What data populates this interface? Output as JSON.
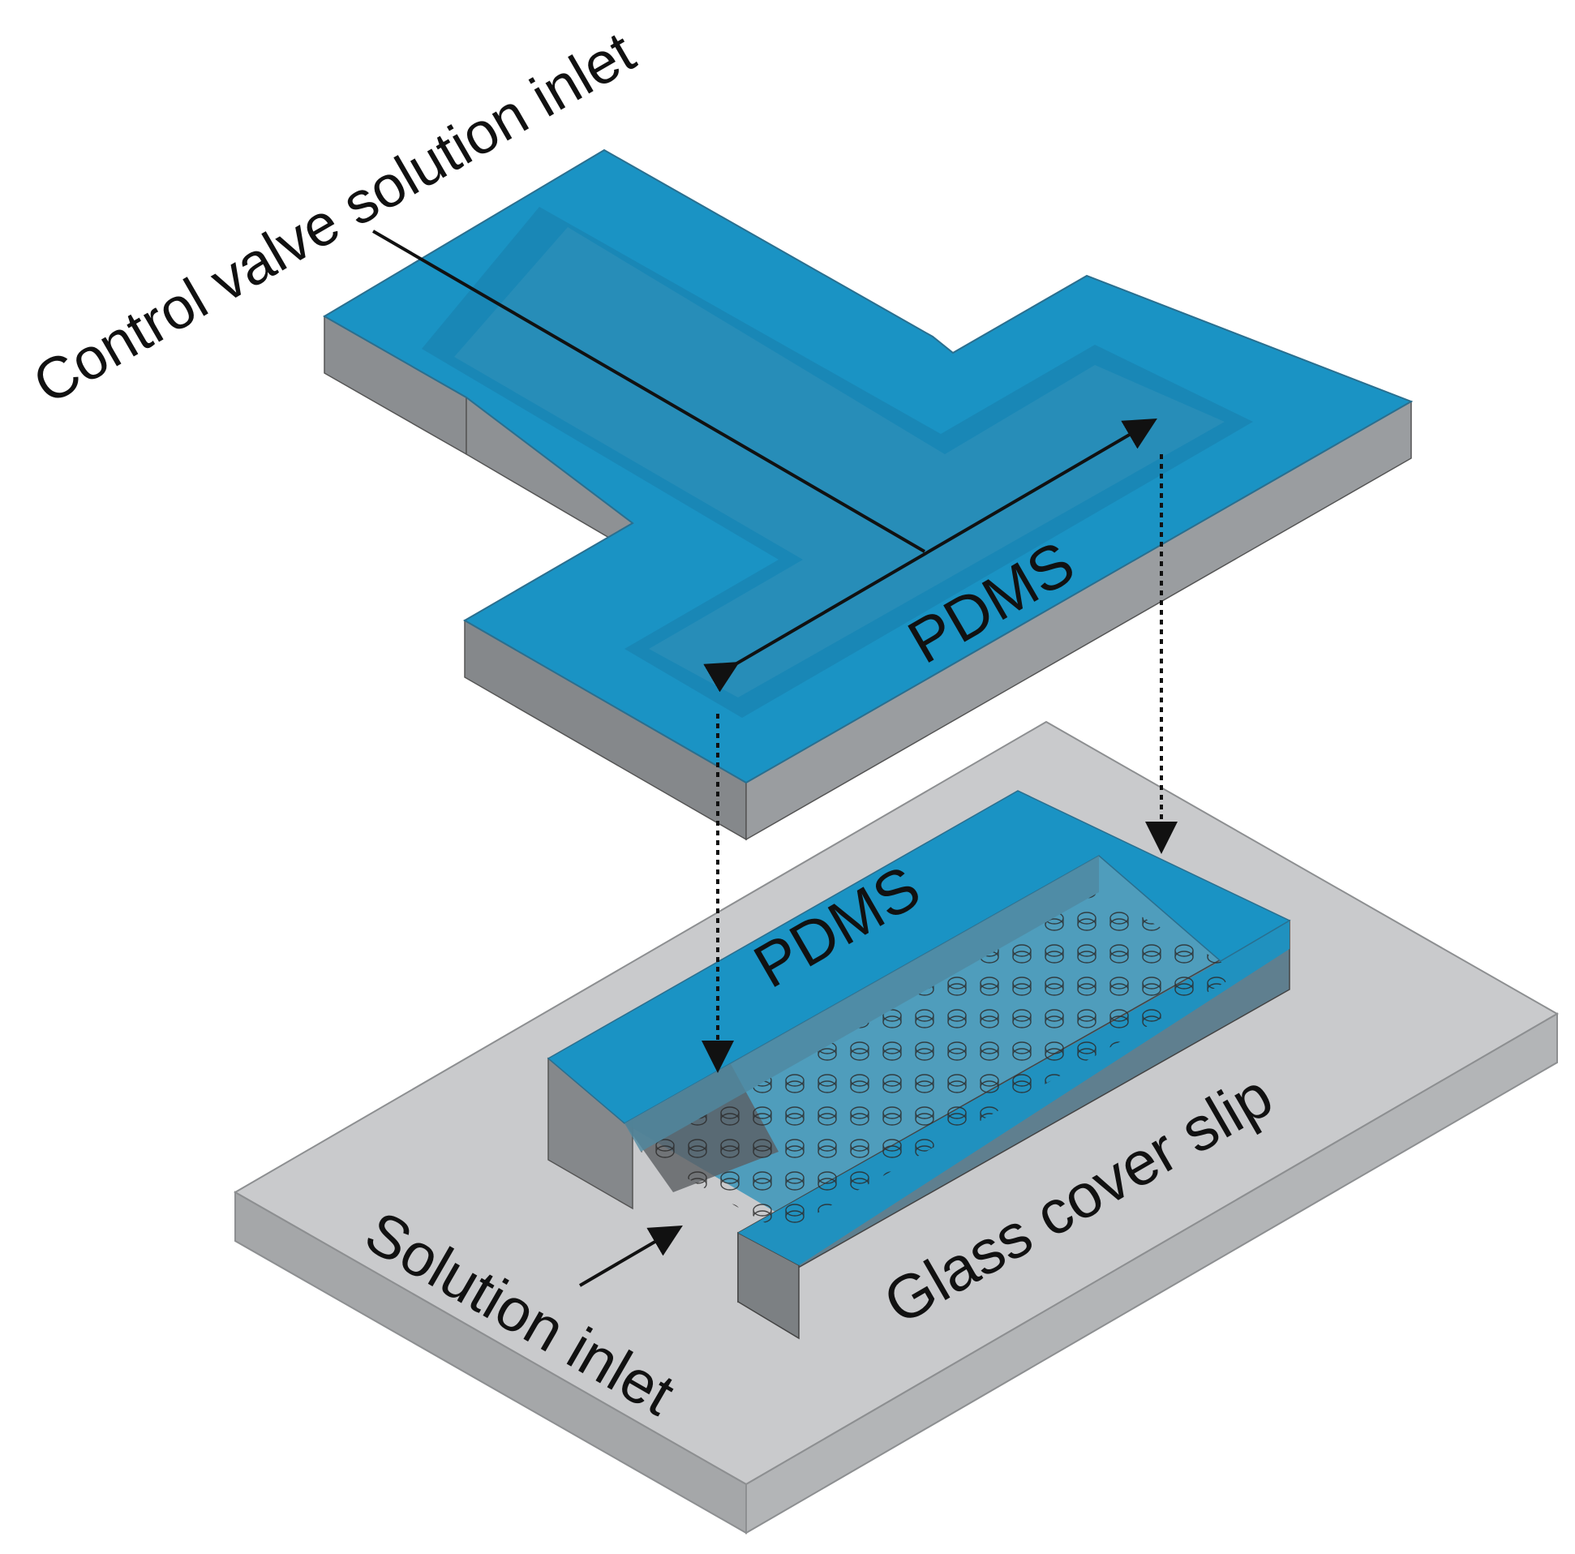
{
  "labels": {
    "control_valve_inlet": "Control valve solution inlet",
    "pdms_top": "PDMS",
    "pdms_bottom": "PDMS",
    "solution_inlet": "Solution inlet",
    "glass_cover_slip": "Glass cover slip"
  },
  "colors": {
    "pdms_blue": "#1a93c4",
    "pdms_blue_dark": "#1680ac",
    "pdms_side_gray": "#8a8d90",
    "pdms_side_gray_dark": "#6f7275",
    "glass_top": "#c8c9cb",
    "glass_side": "#a4a6a8",
    "line": "#111111"
  }
}
